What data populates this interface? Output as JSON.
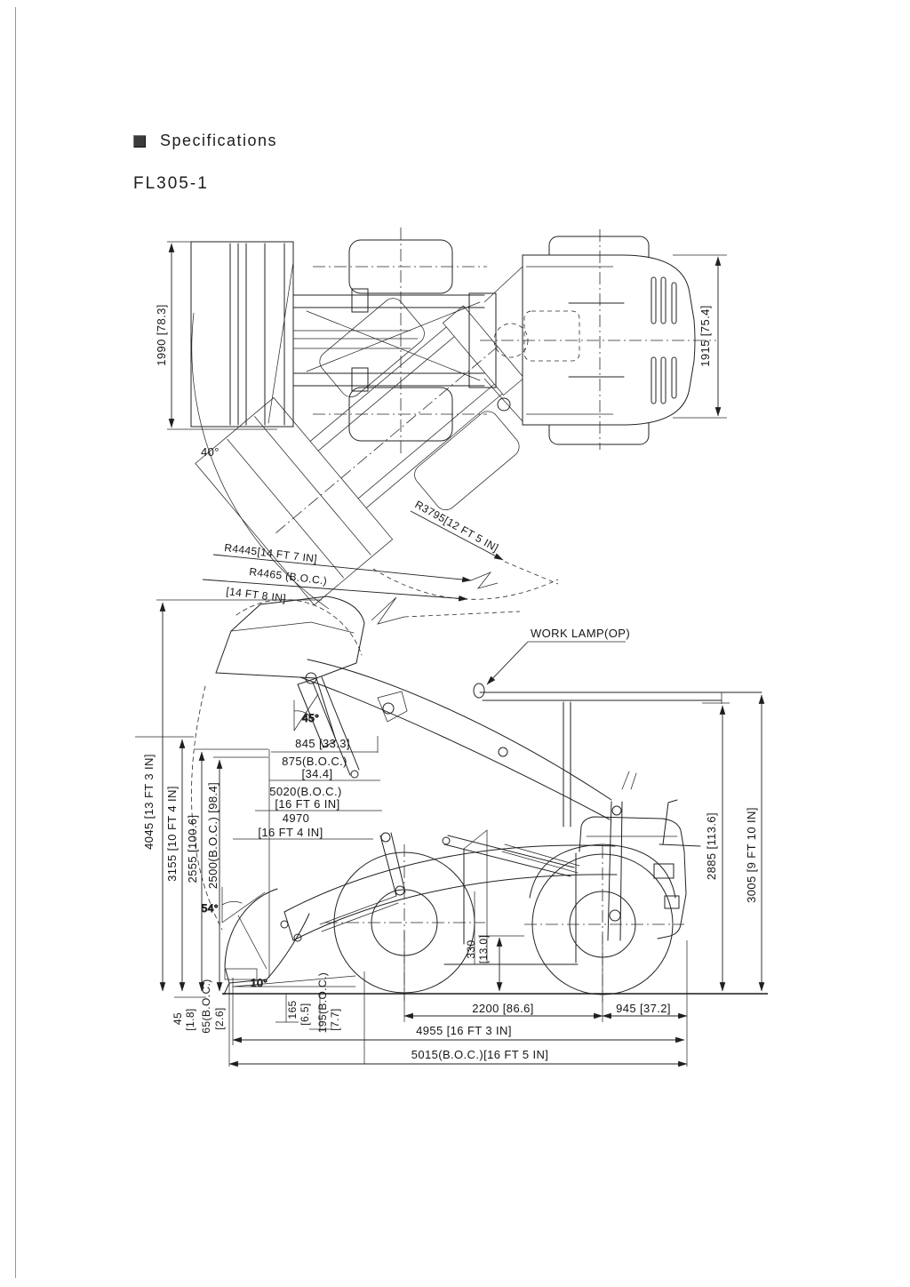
{
  "header": {
    "bullet_icon": "filled-square",
    "title": "Specifications",
    "model": "FL305-1"
  },
  "top_view": {
    "labels": {
      "width_over_bucket": "1990 [78.3]",
      "width_over_body": "1915 [75.4]",
      "articulation_angle": "40°",
      "turning_radius_bucket": "R4445[14 FT 7 IN]",
      "turning_radius_boc": "R4465 (B.O.C.)",
      "turning_radius_boc_in": "[14 FT 8 IN]",
      "turning_radius_inner": "R3795[12 FT 5 IN]"
    }
  },
  "side_view": {
    "labels": {
      "work_lamp": "WORK LAMP(OP)",
      "dump_angle": "45°",
      "rollback_angle": "54°",
      "bucket_level_angle": "10°",
      "overall_height": "4045 [13 FT 3 IN]",
      "hinge_pin_height": "3155 [10 FT 4 IN]",
      "dump_clearance": "2555 [100.6]",
      "dump_clearance_boc": "2500(B.O.C.) [98.4]",
      "dump_reach": "845 [33.3]",
      "dump_reach_boc": "875(B.O.C.)",
      "dump_reach_boc_in": "[34.4]",
      "length_raised_boc": "5020(B.O.C.)",
      "length_raised_boc_in": "[16 FT 6 IN]",
      "length_raised": "4970",
      "length_raised_in": "[16 FT 4 IN]",
      "canopy_height": "2885 [113.6]",
      "lamp_height": "3005 [9 FT 10 IN]",
      "ground_clearance": "330",
      "ground_clearance_in": "[13.0]",
      "wheelbase": "2200 [86.6]",
      "rear_overhang": "945 [37.2]",
      "overall_length": "4955 [16 FT 3 IN]",
      "overall_length_boc": "5015(B.O.C.)[16 FT 5 IN]",
      "edge_height": "45",
      "edge_height_in": "[1.8]",
      "edge_height_boc": "65(B.O.C.)",
      "edge_height_boc_in": "[2.6]",
      "dig_depth": "165",
      "dig_depth_in": "[6.5]",
      "dig_depth_boc": "195(B.O.C.)",
      "dig_depth_boc_in": "[7.7]"
    }
  }
}
